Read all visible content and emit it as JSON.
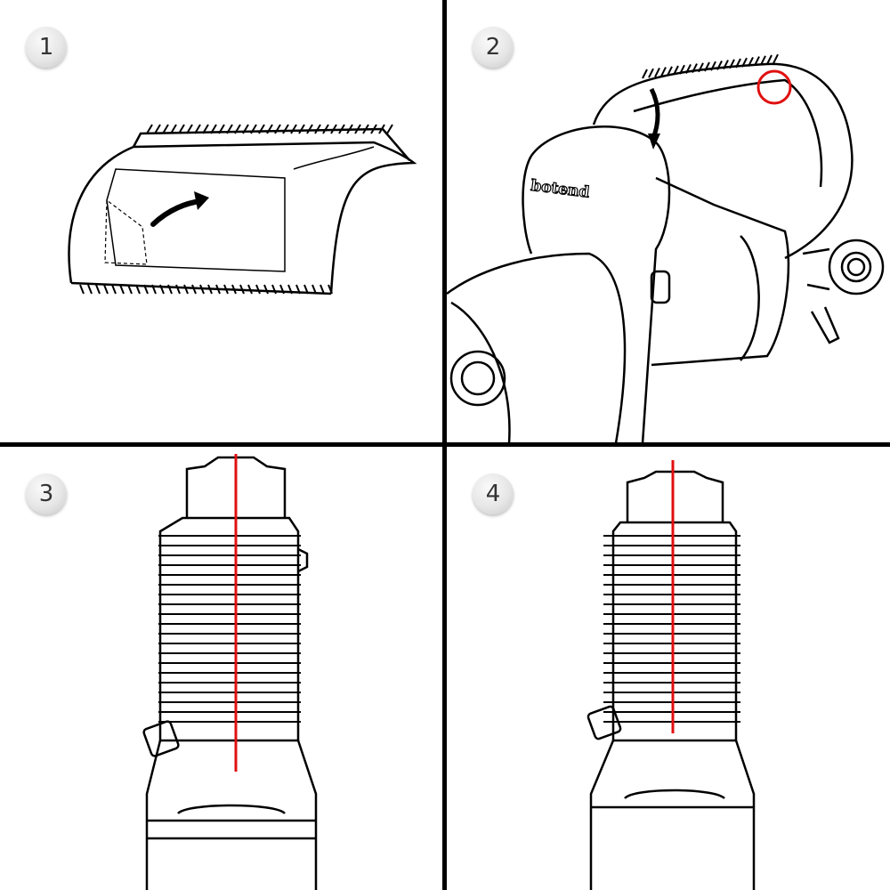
{
  "steps": [
    {
      "number": "1"
    },
    {
      "number": "2",
      "logo_text": "botend"
    },
    {
      "number": "3"
    },
    {
      "number": "4"
    }
  ],
  "colors": {
    "line": "#000000",
    "highlight": "#e01010",
    "badge": "#e6e6e6"
  }
}
